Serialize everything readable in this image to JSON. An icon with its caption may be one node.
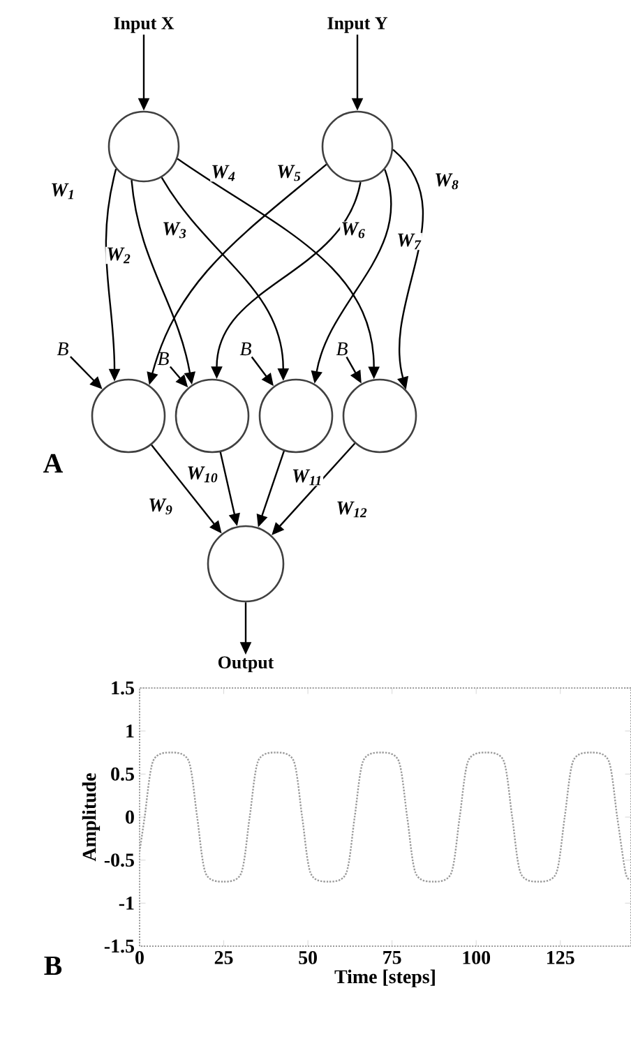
{
  "diagram": {
    "nodes": [
      {
        "text": [
          "Input X"
        ]
      },
      {
        "text": [
          "Input Y"
        ]
      },
      {
        "text": [],
        "shape": "circle"
      },
      {
        "text": [],
        "shape": "circle"
      },
      {
        "text": [],
        "shape": "circle"
      },
      {
        "text": [],
        "shape": "circle"
      },
      {
        "text": [],
        "shape": "circle"
      },
      {
        "text": [],
        "shape": "circle"
      },
      {
        "text": [],
        "shape": "circle"
      },
      {
        "text": [
          "Output"
        ]
      },
      {
        "text": [
          "B"
        ]
      },
      {
        "text": [
          "B"
        ]
      },
      {
        "text": [
          "B"
        ]
      },
      {
        "text": [
          "B"
        ]
      }
    ],
    "edges": [
      {
        "from": 0,
        "to": 2,
        "arrow": "to"
      },
      {
        "from": 1,
        "to": 3,
        "arrow": "to"
      },
      {
        "from": 2,
        "to": 4,
        "arrow": "to",
        "label": "W$_{1}$"
      },
      {
        "from": 2,
        "to": 5,
        "arrow": "to",
        "label": "W$_{2}$"
      },
      {
        "from": 2,
        "to": 6,
        "arrow": "to",
        "label": "W$_{3}$"
      },
      {
        "from": 2,
        "to": 7,
        "arrow": "to",
        "label": "W$_{4}$"
      },
      {
        "from": 3,
        "to": 4,
        "arrow": "to",
        "label": "W$_{5}$"
      },
      {
        "from": 3,
        "to": 5,
        "arrow": "to",
        "label": "W$_{6}$"
      },
      {
        "from": 3,
        "to": 6,
        "arrow": "to",
        "label": "W$_{7}$"
      },
      {
        "from": 3,
        "to": 7,
        "arrow": "to",
        "label": "W$_{8}$"
      },
      {
        "from": 10,
        "to": 4,
        "arrow": "to"
      },
      {
        "from": 11,
        "to": 5,
        "arrow": "to"
      },
      {
        "from": 12,
        "to": 6,
        "arrow": "to"
      },
      {
        "from": 13,
        "to": 7,
        "arrow": "to"
      },
      {
        "from": 4,
        "to": 8,
        "arrow": "to",
        "label": "W$_{9}$"
      },
      {
        "from": 5,
        "to": 8,
        "arrow": "to",
        "label": "W$_{10}$"
      },
      {
        "from": 6,
        "to": 8,
        "arrow": "to",
        "label": "W$_{11}$"
      },
      {
        "from": 7,
        "to": 8,
        "arrow": "to",
        "label": "W$_{12}$"
      },
      {
        "from": 8,
        "to": 9,
        "arrow": "to"
      }
    ],
    "labels": [
      "A",
      "B"
    ],
    "chart_data": {
      "type": "line",
      "xlabel": "Time [steps]",
      "ylabel": "Amplitude",
      "x": [
        0,
        1.5,
        4,
        9.3,
        14.6,
        17.1,
        19.6,
        24.9,
        30.2,
        32.7,
        35.2,
        40.5,
        45.8,
        48.3,
        50.8,
        56.1,
        61.4,
        63.9,
        66.4,
        71.7,
        77.0,
        79.5,
        82.0,
        87.3,
        92.6,
        95.1,
        97.6,
        102.9,
        108.2,
        110.7,
        113.2,
        118.5,
        123.8,
        126.3,
        128.8,
        134.1,
        139.4,
        141.9,
        144.4,
        146
      ],
      "series": [
        {
          "color": "#9a9a9a",
          "line_style": "dotted",
          "values": [
            -0.4,
            0,
            0.65,
            0.75,
            0.65,
            0,
            -0.65,
            -0.75,
            -0.65,
            0,
            0.65,
            0.75,
            0.65,
            0,
            -0.65,
            -0.75,
            -0.65,
            0,
            0.65,
            0.75,
            0.65,
            0,
            -0.65,
            -0.75,
            -0.65,
            0,
            0.65,
            0.75,
            0.65,
            0,
            -0.65,
            -0.75,
            -0.65,
            0,
            0.65,
            0.75,
            0.65,
            0,
            -0.65,
            -0.72
          ]
        }
      ],
      "xlim": [
        0,
        146
      ],
      "ylim": [
        -1.5,
        1.5
      ],
      "xticks": [
        0,
        25,
        50,
        75,
        100,
        125
      ],
      "yticks": [
        -1.5,
        -1,
        -0.5,
        0,
        0.5,
        1,
        1.5
      ]
    }
  }
}
